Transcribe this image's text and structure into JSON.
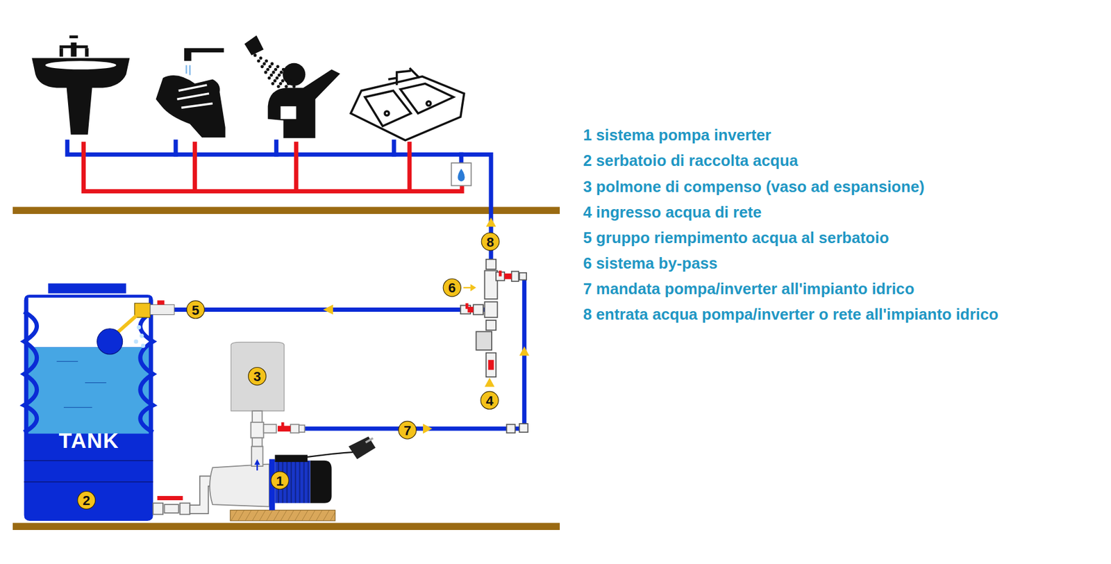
{
  "diagram": {
    "nodes": [
      {
        "text": [
          "8"
        ]
      },
      {
        "text": [
          "6"
        ]
      },
      {
        "text": [
          "TANK"
        ]
      },
      {
        "text": [
          "5"
        ]
      },
      {
        "text": [
          "3"
        ]
      },
      {
        "text": [
          "4"
        ]
      },
      {
        "text": [
          "7"
        ]
      },
      {
        "text": [
          "1"
        ]
      },
      {
        "text": [
          "2"
        ],
        "in": 2
      }
    ],
    "labels": [
      "1 sistema pompa inverter",
      "2 serbatoio di raccolta acqua",
      "3 polmone di compenso (vaso ad espansione)",
      "4 ingresso acqua di rete",
      "5 gruppo riempimento acqua al serbatoio",
      "6 sistema by-pass",
      "7 mandata pompa/inverter all'impianto idrico",
      "8 entrata acqua pompa/inverter o rete all'impianto idrico"
    ]
  }
}
